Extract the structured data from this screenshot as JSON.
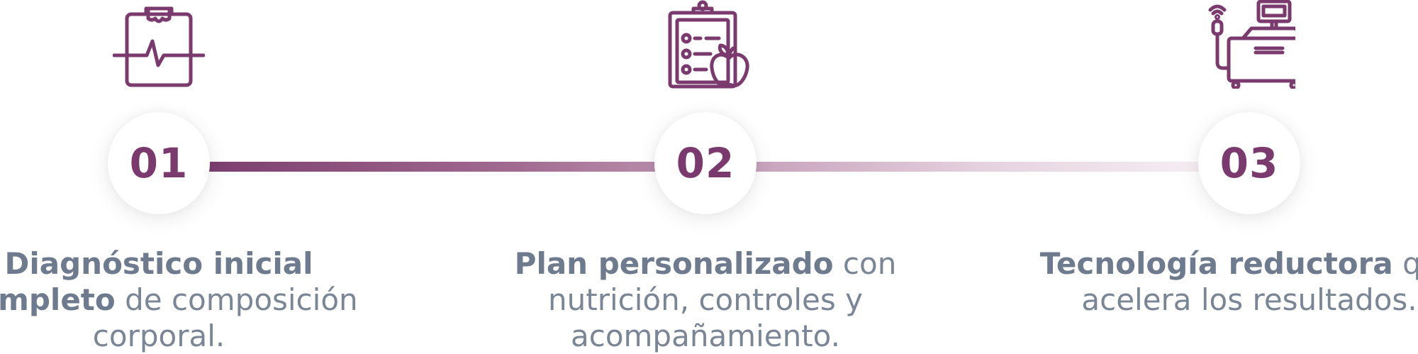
{
  "colors": {
    "accent": "#7b3a6d",
    "text": "#7a8596",
    "text_bold": "#6e7a8d",
    "line_start": "#7c3f6f",
    "line_end": "#f7eff4"
  },
  "steps": [
    {
      "number": "01",
      "icon": "medical-clipboard-heartbeat-icon",
      "text_bold": "Diagnóstico inicial completo",
      "text_rest": " de composición corporal."
    },
    {
      "number": "02",
      "icon": "nutrition-checklist-apple-icon",
      "text_bold": "Plan personalizado",
      "text_rest": " con nutrición, controles y acompañamiento."
    },
    {
      "number": "03",
      "icon": "body-sculpting-machine-icon",
      "text_bold": "Tecnología reductora",
      "text_rest": " que acelera los resultados."
    }
  ]
}
